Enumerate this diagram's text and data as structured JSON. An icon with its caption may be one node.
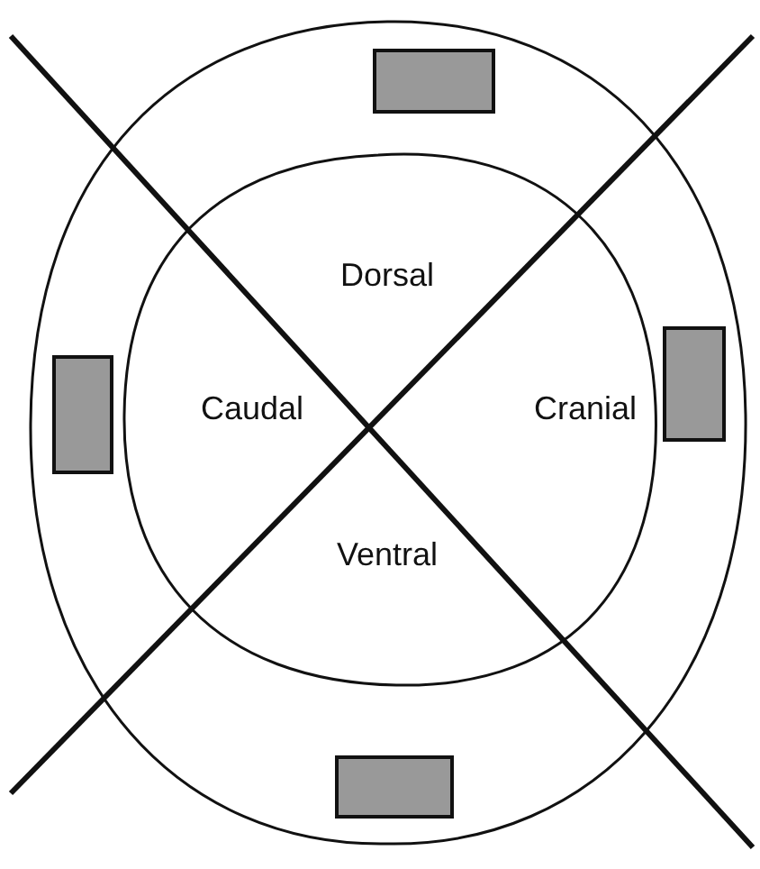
{
  "diagram": {
    "labels": [
      "Dorsal",
      "Caudal",
      "Cranial",
      "Ventral"
    ]
  }
}
